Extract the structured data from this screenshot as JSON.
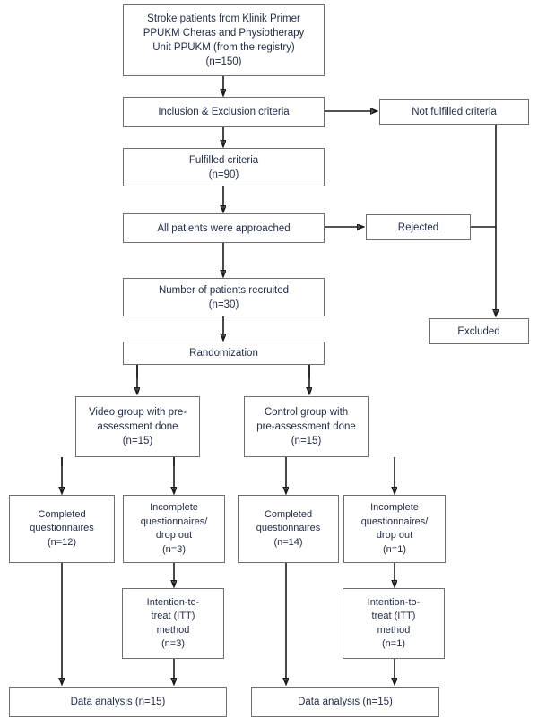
{
  "chart_data": {
    "type": "diagram",
    "title": "Stroke study participant flow diagram (CONSORT style)",
    "nodes": [
      {
        "id": "source",
        "lines": [
          "Stroke patients from Klinik Primer",
          "PPUKM Cheras and Physiotherapy",
          "Unit PPUKM (from the registry)",
          "(n=150)"
        ]
      },
      {
        "id": "criteria",
        "lines": [
          "Inclusion & Exclusion criteria"
        ]
      },
      {
        "id": "not_fulfilled",
        "lines": [
          "Not fulfilled criteria"
        ]
      },
      {
        "id": "fulfilled",
        "lines": [
          "Fulfilled criteria",
          "(n=90)"
        ]
      },
      {
        "id": "approached",
        "lines": [
          "All patients were approached"
        ]
      },
      {
        "id": "rejected",
        "lines": [
          "Rejected"
        ]
      },
      {
        "id": "excluded",
        "lines": [
          "Excluded"
        ]
      },
      {
        "id": "recruited",
        "lines": [
          "Number of patients recruited",
          "(n=30)"
        ]
      },
      {
        "id": "randomization",
        "lines": [
          "Randomization"
        ]
      },
      {
        "id": "video_group",
        "lines": [
          "Video group with pre-",
          "assessment done",
          "(n=15)"
        ]
      },
      {
        "id": "control_group",
        "lines": [
          "Control group with",
          "pre-assessment done",
          "(n=15)"
        ]
      },
      {
        "id": "video_completed",
        "lines": [
          "Completed",
          "questionnaires",
          "(n=12)"
        ]
      },
      {
        "id": "video_incomplete",
        "lines": [
          "Incomplete",
          "questionnaires/",
          "drop out",
          "(n=3)"
        ]
      },
      {
        "id": "control_completed",
        "lines": [
          "Completed",
          "questionnaires",
          "(n=14)"
        ]
      },
      {
        "id": "control_incomplete",
        "lines": [
          "Incomplete",
          "questionnaires/",
          "drop out",
          "(n=1)"
        ]
      },
      {
        "id": "video_itt",
        "lines": [
          "Intention-to-",
          "treat (ITT)",
          "method",
          "(n=3)"
        ]
      },
      {
        "id": "control_itt",
        "lines": [
          "Intention-to-",
          "treat (ITT)",
          "method",
          "(n=1)"
        ]
      },
      {
        "id": "video_analysis",
        "lines": [
          "Data analysis (n=15)"
        ]
      },
      {
        "id": "control_analysis",
        "lines": [
          "Data analysis (n=15)"
        ]
      }
    ],
    "counts": {
      "registry_total": 150,
      "fulfilled_criteria": 90,
      "recruited": 30,
      "video_group": 15,
      "control_group": 15,
      "video_completed": 12,
      "video_dropout": 3,
      "control_completed": 14,
      "control_dropout": 1,
      "video_itt": 3,
      "control_itt": 1,
      "video_analysis": 15,
      "control_analysis": 15
    },
    "edges": [
      {
        "from": "source",
        "to": "criteria"
      },
      {
        "from": "criteria",
        "to": "not_fulfilled"
      },
      {
        "from": "criteria",
        "to": "fulfilled"
      },
      {
        "from": "fulfilled",
        "to": "approached"
      },
      {
        "from": "approached",
        "to": "rejected"
      },
      {
        "from": "approached",
        "to": "recruited"
      },
      {
        "from": "not_fulfilled",
        "to": "excluded"
      },
      {
        "from": "rejected",
        "to": "excluded"
      },
      {
        "from": "recruited",
        "to": "randomization"
      },
      {
        "from": "randomization",
        "to": "video_group"
      },
      {
        "from": "randomization",
        "to": "control_group"
      },
      {
        "from": "video_group",
        "to": "video_completed"
      },
      {
        "from": "video_group",
        "to": "video_incomplete"
      },
      {
        "from": "control_group",
        "to": "control_completed"
      },
      {
        "from": "control_group",
        "to": "control_incomplete"
      },
      {
        "from": "video_incomplete",
        "to": "video_itt"
      },
      {
        "from": "control_incomplete",
        "to": "control_itt"
      },
      {
        "from": "video_completed",
        "to": "video_analysis"
      },
      {
        "from": "video_itt",
        "to": "video_analysis"
      },
      {
        "from": "control_completed",
        "to": "control_analysis"
      },
      {
        "from": "control_itt",
        "to": "control_analysis"
      }
    ],
    "colors": {
      "box_border": "#6f6f6f",
      "text": "#1f2a44",
      "arrow": "#1a1a1a",
      "background": "#ffffff"
    }
  },
  "flow": {
    "source": {
      "l0": "Stroke patients from Klinik Primer",
      "l1": "PPUKM Cheras and Physiotherapy",
      "l2": "Unit PPUKM (from the registry)",
      "l3": "(n=150)"
    },
    "criteria": {
      "l0": "Inclusion & Exclusion criteria"
    },
    "not_fulfilled": {
      "l0": "Not fulfilled criteria"
    },
    "fulfilled": {
      "l0": "Fulfilled criteria",
      "l1": "(n=90)"
    },
    "approached": {
      "l0": "All patients were approached"
    },
    "rejected": {
      "l0": "Rejected"
    },
    "excluded": {
      "l0": "Excluded"
    },
    "recruited": {
      "l0": "Number of patients recruited",
      "l1": "(n=30)"
    },
    "randomization": {
      "l0": "Randomization"
    },
    "video_group": {
      "l0": "Video group with pre-",
      "l1": "assessment done",
      "l2": "(n=15)"
    },
    "control_group": {
      "l0": "Control group with",
      "l1": "pre-assessment done",
      "l2": "(n=15)"
    },
    "video_completed": {
      "l0": "Completed",
      "l1": "questionnaires",
      "l2": "(n=12)"
    },
    "video_incomplete": {
      "l0": "Incomplete",
      "l1": "questionnaires/",
      "l2": "drop out",
      "l3": "(n=3)"
    },
    "control_completed": {
      "l0": "Completed",
      "l1": "questionnaires",
      "l2": "(n=14)"
    },
    "control_incomplete": {
      "l0": "Incomplete",
      "l1": "questionnaires/",
      "l2": "drop out",
      "l3": "(n=1)"
    },
    "video_itt": {
      "l0": "Intention-to-",
      "l1": "treat (ITT)",
      "l2": "method",
      "l3": "(n=3)"
    },
    "control_itt": {
      "l0": "Intention-to-",
      "l1": "treat (ITT)",
      "l2": "method",
      "l3": "(n=1)"
    },
    "video_analysis": {
      "l0": "Data analysis (n=15)"
    },
    "control_analysis": {
      "l0": "Data analysis (n=15)"
    }
  }
}
